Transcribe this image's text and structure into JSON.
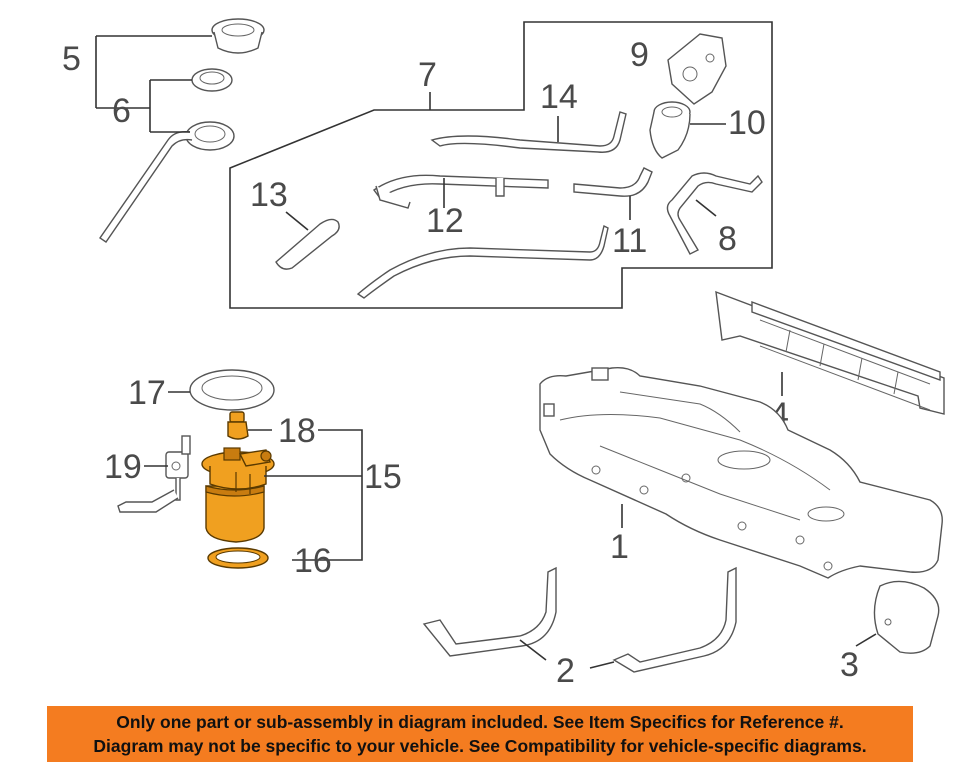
{
  "callouts": {
    "c1": "1",
    "c2": "2",
    "c3": "3",
    "c4": "4",
    "c5": "5",
    "c6": "6",
    "c7": "7",
    "c8": "8",
    "c9": "9",
    "c10": "10",
    "c11": "11",
    "c12": "12",
    "c13": "13",
    "c14": "14",
    "c15": "15",
    "c16": "16",
    "c17": "17",
    "c18": "18",
    "c19": "19"
  },
  "highlight": {
    "parts": [
      "15",
      "16",
      "18"
    ],
    "color": "#f0a020"
  },
  "banner": {
    "line1": "Only one part or sub-assembly in diagram included. See Item Specifics for Reference #.",
    "line2": "Diagram may not be specific to your vehicle. See Compatibility for vehicle-specific diagrams.",
    "background": "#f47c20"
  }
}
